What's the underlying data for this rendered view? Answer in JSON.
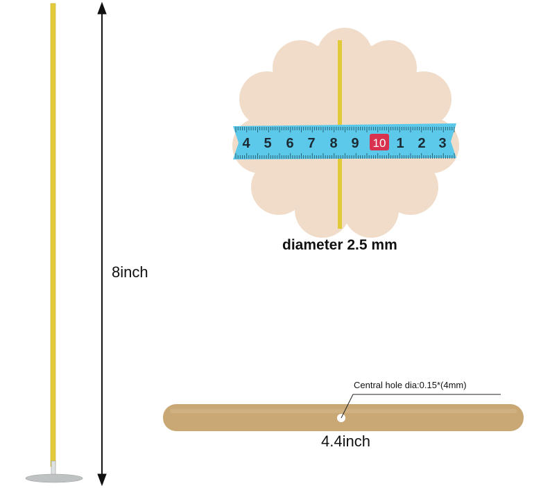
{
  "labels": {
    "length": "8inch",
    "diameter_prefix": "diameter ",
    "diameter_value": "2.5",
    "diameter_unit": " mm",
    "tab_length": "4.4inch",
    "hole_callout": "Central hole dia:0.15*(4mm)"
  },
  "tape_numbers": [
    "4",
    "5",
    "6",
    "7",
    "8",
    "9",
    "10",
    "1",
    "2",
    "3"
  ],
  "colors": {
    "wick": "#e6cf3a",
    "tape": "#58c8ea",
    "tape_marker": "#d8324f",
    "wood": "#c9a876",
    "disc_wood": "#f0dcc8"
  }
}
